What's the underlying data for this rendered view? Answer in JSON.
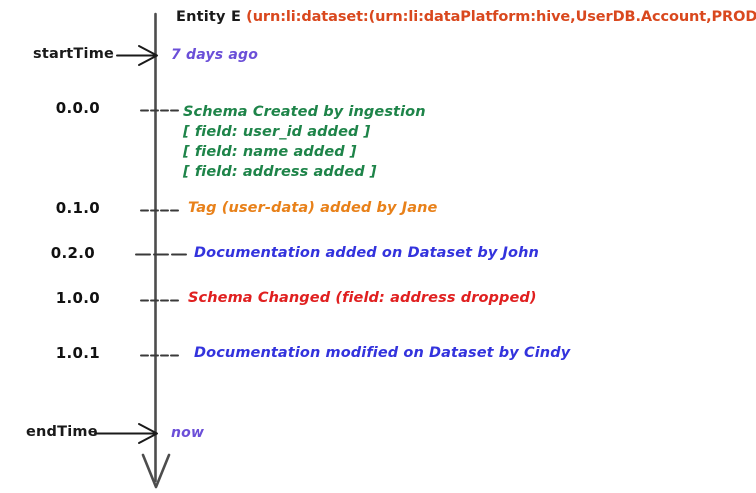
{
  "diagram": {
    "type": "entity-timeline",
    "title": {
      "entity_label": "Entity E",
      "urn": "(urn:li:dataset:(urn:li:dataPlatform:hive,UserDB.Account,PROD))"
    },
    "axis": {
      "orientation": "vertical",
      "arrow_direction": "down",
      "color": "#4d4d4d"
    },
    "boundaries": [
      {
        "name": "start",
        "label": "startTime",
        "value": "7 days ago",
        "value_color": "#6b4fd8"
      },
      {
        "name": "end",
        "label": "endTime",
        "value": "now",
        "value_color": "#6b4fd8"
      }
    ],
    "events": [
      {
        "version": "0.0.0",
        "color": "#1e8449",
        "title": "Schema Created by ingestion",
        "details": [
          "[ field: user_id added ]",
          "[ field: name added ]",
          "[ field: address added ]"
        ]
      },
      {
        "version": "0.1.0",
        "color": "#e8811a",
        "title": "Tag (user-data) added by Jane",
        "details": []
      },
      {
        "version": "0.2.0",
        "color": "#3333dd",
        "title": "Documentation added on Dataset by John",
        "details": []
      },
      {
        "version": "1.0.0",
        "color": "#e02020",
        "title": "Schema Changed (field: address dropped)",
        "details": []
      },
      {
        "version": "1.0.1",
        "color": "#3333dd",
        "title": "Documentation modified on Dataset by Cindy",
        "details": []
      }
    ],
    "colors": {
      "title_urn": "#d9481e",
      "green": "#1e8449",
      "orange": "#e8811a",
      "blue": "#3333dd",
      "red": "#e02020",
      "purple": "#6b4fd8",
      "axis": "#4d4d4d",
      "text": "#1a1a1a",
      "background": "#ffffff"
    }
  }
}
